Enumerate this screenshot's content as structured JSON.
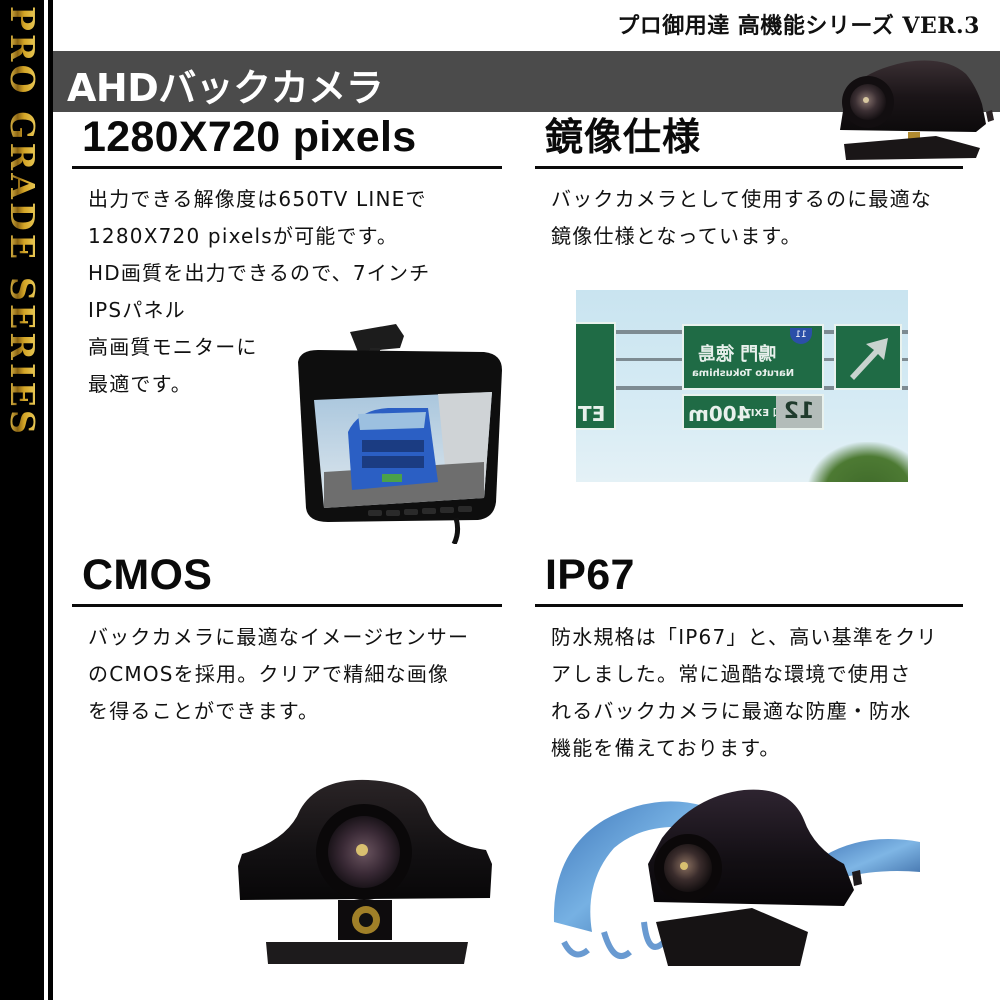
{
  "side_banner": {
    "text": "PRO GRADE SERIES",
    "color": "#d4a526"
  },
  "tagline": "プロ御用達 高機能シリーズ VER.3",
  "header": {
    "title": "AHDバックカメラ",
    "bg_color": "#4b4b4b"
  },
  "sections": [
    {
      "heading": "1280X720 pixels",
      "lines": [
        "出力できる解像度は650TV LINEで",
        "1280X720 pixelsが可能です。",
        "HD画質を出力できるので、7インチ",
        "IPSパネル",
        "高画質モニターに",
        "最適です。"
      ],
      "image": "7-inch-monitor-showing-truck"
    },
    {
      "heading": "鏡像仕様",
      "lines": [
        "バックカメラとして使用するのに最適な",
        "鏡像仕様となっています。"
      ],
      "image": "mirrored-road-sign-photo"
    },
    {
      "heading": "CMOS",
      "lines": [
        "バックカメラに最適なイメージセンサー",
        "のCMOSを採用。クリアで精細な画像",
        "を得ることができます。"
      ],
      "image": "camera-front-view"
    },
    {
      "heading": "IP67",
      "lines": [
        "防水規格は「IP67」と、高い基準をクリ",
        "アしました。常に過酷な環境で使用さ",
        "れるバックカメラに最適な防塵・防水",
        "機能を備えております。"
      ],
      "image": "camera-with-water-splash"
    }
  ],
  "mirror_sign": {
    "route": "11",
    "dest_jp": "鳴門 徳島",
    "dest_en": "Naruto Tokushima",
    "exit_number": "12",
    "exit_label": "出口 EXIT",
    "distance": "400m",
    "left_sign_text": "ET"
  }
}
